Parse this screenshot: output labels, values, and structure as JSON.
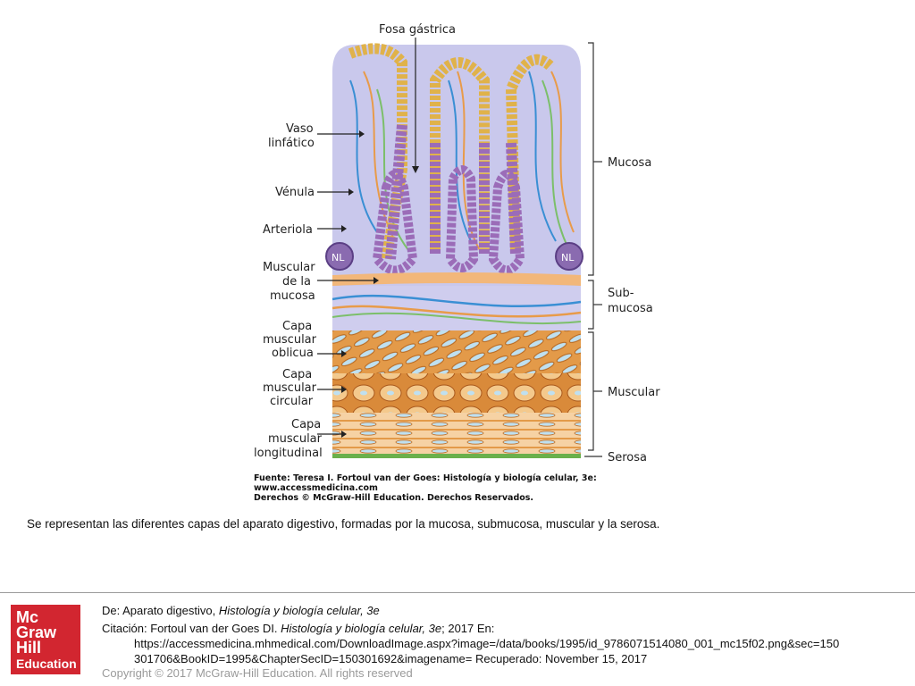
{
  "figure": {
    "title_label": "Fosa gástrica",
    "left_labels": {
      "vaso_1": "Vaso",
      "vaso_2": "linfático",
      "venula": "Vénula",
      "arteriola": "Arteriola",
      "muscular_mucosa_1": "Muscular",
      "muscular_mucosa_2": "de la",
      "muscular_mucosa_3": "mucosa",
      "oblicua_1": "Capa",
      "oblicua_2": "muscular",
      "oblicua_3": "oblicua",
      "circular_1": "Capa",
      "circular_2": "muscular",
      "circular_3": "circular",
      "longitudinal_1": "Capa",
      "longitudinal_2": "muscular",
      "longitudinal_3": "longitudinal"
    },
    "right_labels": {
      "mucosa": "Mucosa",
      "submucosa_1": "Sub-",
      "submucosa_2": "mucosa",
      "muscular": "Muscular",
      "serosa": "Serosa"
    },
    "nodule_label": "NL",
    "source_line_1": "Fuente: Teresa I. Fortoul van der Goes: Histología y biología celular, 3e:",
    "source_line_2": "www.accessmedicina.com",
    "source_line_3": "Derechos © McGraw-Hill Education. Derechos Reservados."
  },
  "caption": "Se representan las diferentes capas del aparato digestivo, formadas por la mucosa, submucosa, muscular y la serosa.",
  "logo": {
    "line1": "Mc",
    "line2": "Graw",
    "line3": "Hill",
    "line4": "Education"
  },
  "reference": {
    "de_prefix": "De: Aparato digestivo, ",
    "de_title": "Histología y biología celular, 3e",
    "cit_prefix": "Citación: Fortoul van der Goes DI. ",
    "cit_title": "Histología y biología celular, 3e",
    "cit_suffix": "; 2017 En:",
    "url_line1": "https://accessmedicina.mhmedical.com/DownloadImage.aspx?image=/data/books/1995/id_9786071514080_001_mc15f02.png&sec=150",
    "url_line2": "301706&BookID=1995&ChapterSecID=150301692&imagename= Recuperado: November 15, 2017"
  },
  "copyright": "Copyright © 2017 McGraw-Hill Education. All rights reserved",
  "colors": {
    "mucosa_bg": "#c9c8ec",
    "muscle_orange": "#e39a49",
    "muscle_light": "#f5c98a",
    "epithelium_yellow": "#e0b24a",
    "epithelium_purple": "#9b6cb8",
    "serosa_green": "#6ab04c",
    "logo_red": "#d22630"
  }
}
